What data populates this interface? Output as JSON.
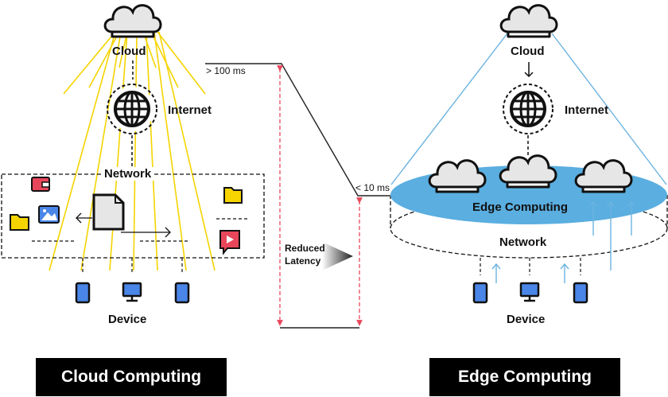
{
  "left": {
    "cloud_label": "Cloud",
    "internet_label": "Internet",
    "network_label": "Network",
    "device_label": "Device",
    "title": "Cloud Computing"
  },
  "right": {
    "cloud_label": "Cloud",
    "internet_label": "Internet",
    "edge_label": "Edge Computing",
    "network_label": "Network",
    "device_label": "Device",
    "title": "Edge Computing"
  },
  "middle": {
    "high_latency": "> 100 ms",
    "low_latency": "< 10 ms",
    "reduced_latency": "Reduced Latency"
  },
  "colors": {
    "yellow_ray": "#f5d400",
    "blue_ray": "#6bb3e0",
    "edge_fill": "#5aaee0",
    "device_blue": "#4a86e8",
    "red_arrow": "#e8475b"
  }
}
